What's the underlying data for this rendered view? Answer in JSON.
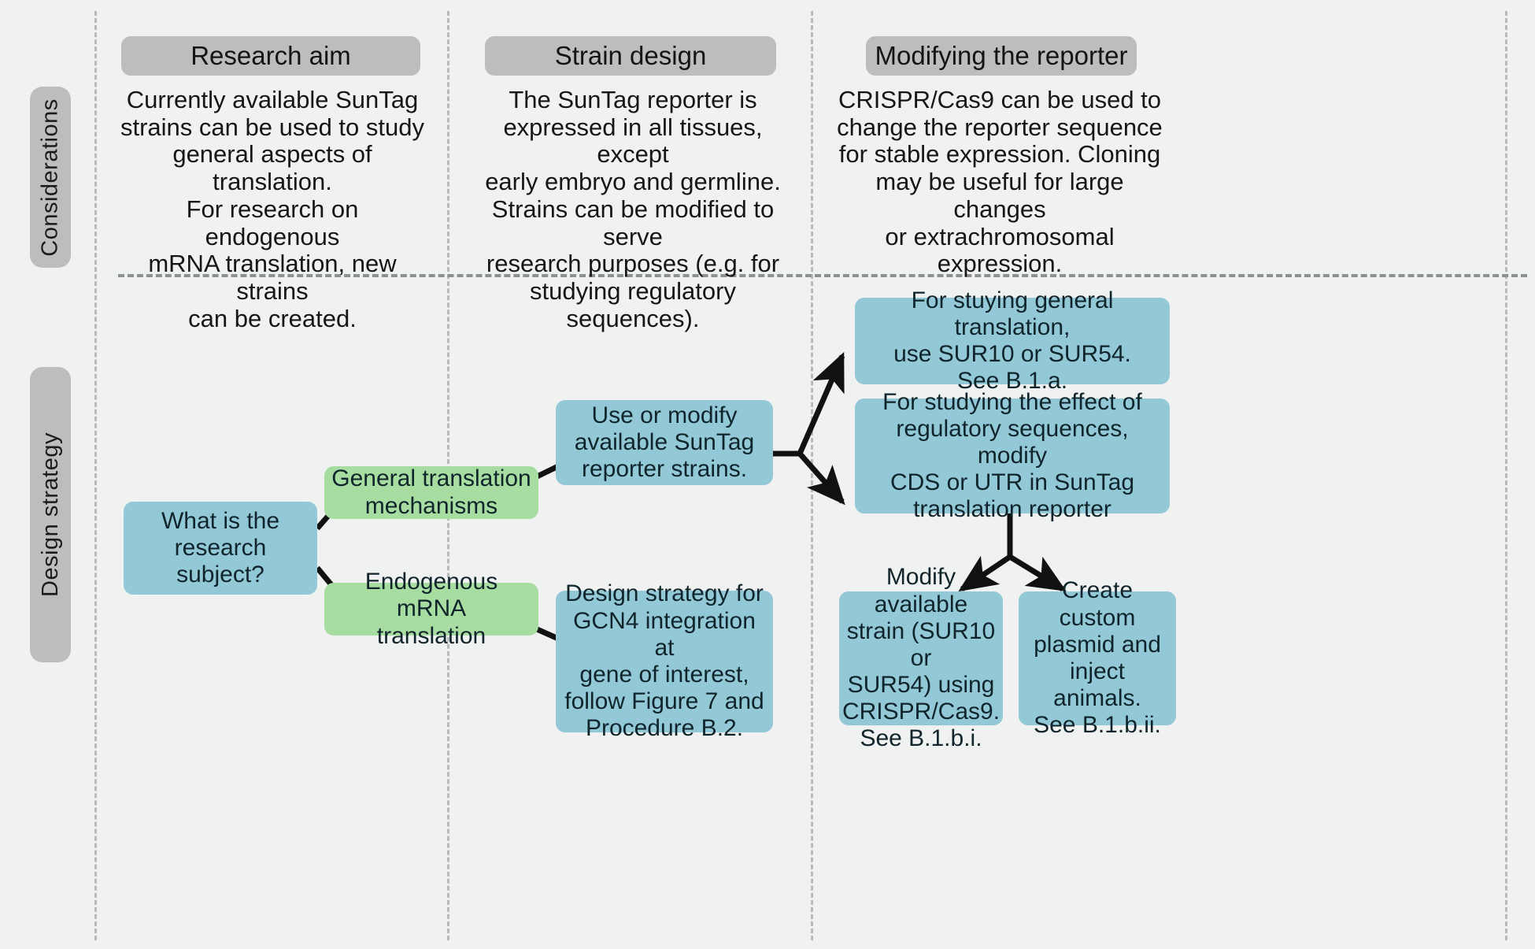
{
  "figure": {
    "background_color": "#f0f1f1",
    "box_blue": "#93c8d7",
    "box_green": "#a8dda2",
    "pill_grey": "#bcbdbd"
  },
  "row_labels": [
    {
      "id": "considerations",
      "label": "Considerations"
    },
    {
      "id": "design-strategy",
      "label": "Design strategy"
    }
  ],
  "columns": [
    {
      "id": "research-aim",
      "header": "Research aim",
      "consideration": "Currently available SunTag\nstrains can be used to study\ngeneral aspects of translation.\nFor research on endogenous\nmRNA translation, new strains\ncan be created."
    },
    {
      "id": "strain-design",
      "header": "Strain design",
      "consideration": "The SunTag reporter is\nexpressed in all tissues, except\nearly embryo and germline.\nStrains can be modified to serve\nresearch purposes (e.g. for\nstudying regulatory sequences)."
    },
    {
      "id": "modifying-the-reporter",
      "header": "Modifying the reporter",
      "consideration": "CRISPR/Cas9 can be used to\nchange the reporter sequence\nfor stable expression. Cloning\nmay be useful for large changes\nor extrachromosomal\nexpression."
    }
  ],
  "flow_nodes": [
    {
      "id": "research-subject",
      "kind": "blue",
      "text": "What is the\nresearch subject?"
    },
    {
      "id": "general-translation",
      "kind": "green",
      "text": "General translation\nmechanisms"
    },
    {
      "id": "endogenous-mrna",
      "kind": "green",
      "text": "Endogenous mRNA\ntranslation"
    },
    {
      "id": "use-or-modify",
      "kind": "blue",
      "text": "Use or modify\navailable SunTag\nreporter strains."
    },
    {
      "id": "gcn4-integration",
      "kind": "blue",
      "text": "Design strategy for\nGCN4 integration at\ngene of interest,\nfollow Figure 7 and\nProcedure B.2."
    },
    {
      "id": "study-general",
      "kind": "blue",
      "text": "For stuying general translation,\nuse SUR10 or SUR54.\nSee B.1.a."
    },
    {
      "id": "study-regulatory",
      "kind": "blue",
      "text": "For studying the effect of\nregulatory sequences, modify\nCDS or UTR in SunTag\ntranslation reporter"
    },
    {
      "id": "modify-strain-crispr",
      "kind": "blue",
      "text": "Modify available\nstrain (SUR10 or\nSUR54) using\nCRISPR/Cas9.\nSee B.1.b.i."
    },
    {
      "id": "create-custom-plasmid",
      "kind": "blue",
      "text": "Create custom\nplasmid and\ninject animals.\nSee B.1.b.ii."
    }
  ]
}
